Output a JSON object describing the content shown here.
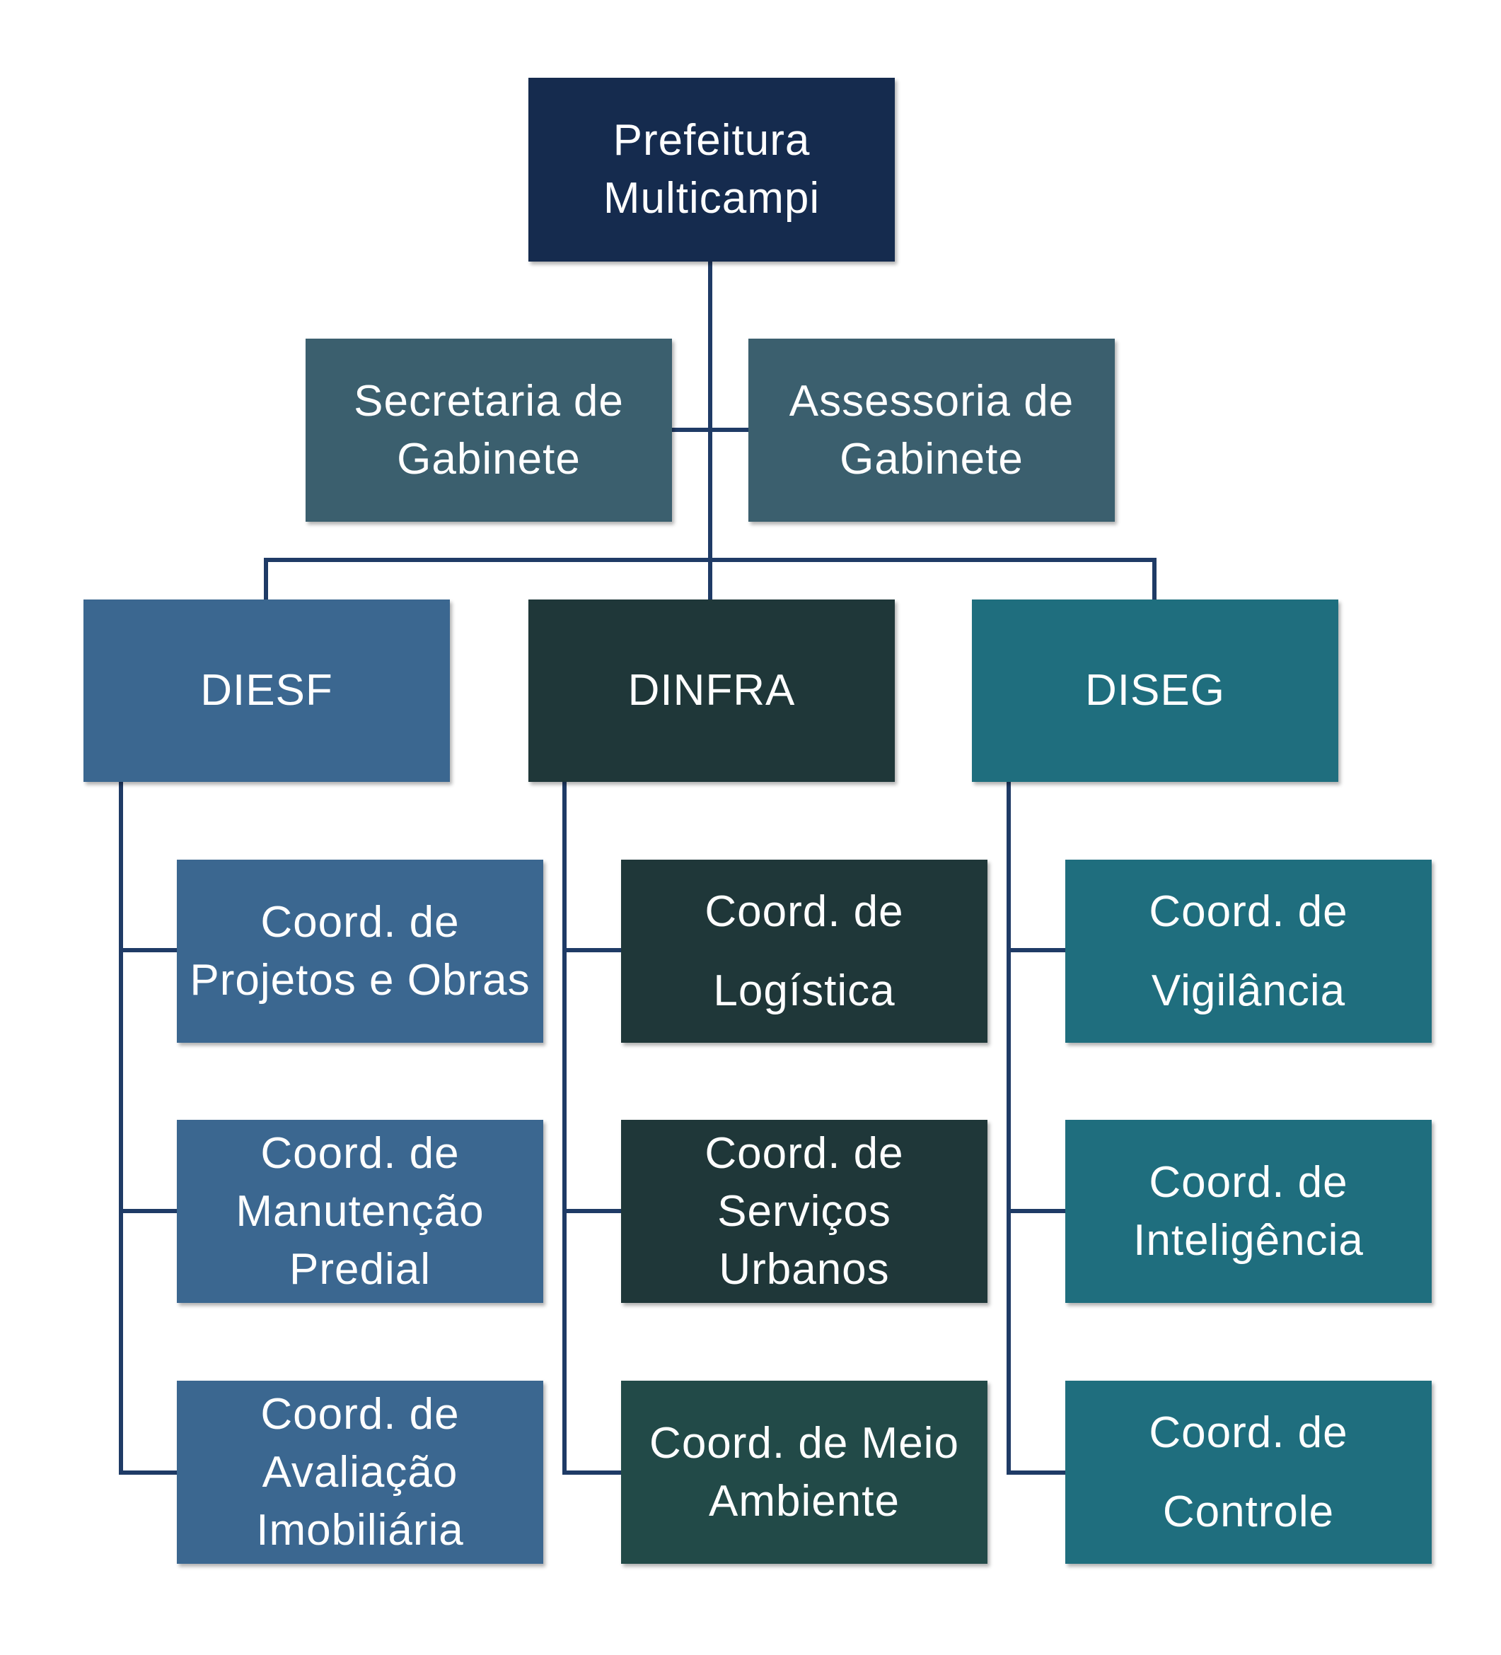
{
  "colors": {
    "connector": "#1F3B66",
    "root": "#152B4E",
    "gabinete": "#3B5F6E",
    "diesf": "#3B6790",
    "dinfra": "#1F3739",
    "dinfra_meio_ambiente": "#224A48",
    "diseg": "#1F6E7E"
  },
  "root": {
    "lines": [
      "Prefeitura",
      "Multicampi"
    ]
  },
  "gabinete": {
    "secretaria": {
      "lines": [
        "Secretaria de",
        "Gabinete"
      ]
    },
    "assessoria": {
      "lines": [
        "Assessoria de",
        "Gabinete"
      ]
    }
  },
  "directorates": [
    {
      "label": "DIESF",
      "coordinations": [
        {
          "lines": [
            "Coord. de",
            "Projetos e Obras"
          ]
        },
        {
          "lines": [
            "Coord. de",
            "Manutenção",
            "Predial"
          ]
        },
        {
          "lines": [
            "Coord. de",
            "Avaliação",
            "Imobiliária"
          ]
        }
      ]
    },
    {
      "label": "DINFRA",
      "coordinations": [
        {
          "lines": [
            "Coord. de",
            "Logística"
          ]
        },
        {
          "lines": [
            "Coord. de",
            "Serviços",
            "Urbanos"
          ]
        },
        {
          "lines": [
            "Coord. de Meio",
            "Ambiente"
          ]
        }
      ]
    },
    {
      "label": "DISEG",
      "coordinations": [
        {
          "lines": [
            "Coord. de",
            "Vigilância"
          ]
        },
        {
          "lines": [
            "Coord. de",
            "Inteligência"
          ]
        },
        {
          "lines": [
            "Coord. de",
            "Controle"
          ]
        }
      ]
    }
  ]
}
